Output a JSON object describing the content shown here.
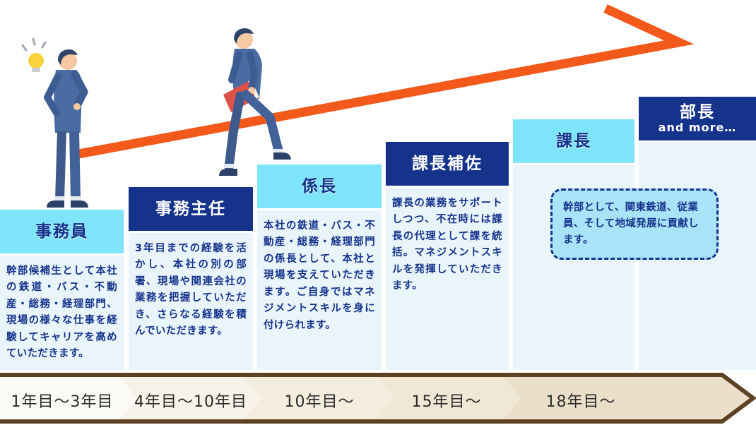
{
  "colors": {
    "background": "#FFFFFF",
    "accent_orange": "#F2591B",
    "header_cyan": "#7EE4F9",
    "header_navy": "#16338C",
    "panel_bg": "#E9F5FB",
    "text_navy": "#16338C",
    "callout_bg": "#A9E3F8",
    "timeline_border": "#5D4123",
    "timeline_fills": [
      "#FCFAF6",
      "#F8F3E9",
      "#F4EDDE",
      "#F0E7D4",
      "#EBDFC9"
    ],
    "timeline_text": "#2B2B2B"
  },
  "steps": [
    {
      "title": "事務員",
      "header_style": "cyan",
      "description": "幹部候補生として本社の鉄道・バス・不動産・総務・経理部門、現場の様々な仕事を経験してキャリアを高めていただきます。"
    },
    {
      "title": "事務主任",
      "header_style": "navy",
      "description": "3年目までの経験を活かし、本社の別の部署、現場や関連会社の業務を把握していただき、さらなる経験を積んでいただきます。"
    },
    {
      "title": "係長",
      "header_style": "cyan",
      "description": "本社の鉄道・バス・不動産・総務・経理部門の係長として、本社と現場を支えていただきます。ご自身ではマネジメントスキルを身に付けられます。"
    },
    {
      "title": "課長補佐",
      "header_style": "navy",
      "description": "課長の業務をサポートしつつ、不在時には課長の代理として課を統括。マネジメントスキルを発揮していただきます。"
    },
    {
      "title": "課長",
      "header_style": "cyan",
      "description": ""
    },
    {
      "title": "部長",
      "subtitle": "and more…",
      "header_style": "navy",
      "description": ""
    }
  ],
  "callout": {
    "text": "幹部として、関東鉄道、従業員、そして地域発展に貢献します。"
  },
  "timeline": {
    "labels": [
      "1年目〜3年目",
      "4年目〜10年目",
      "10年目〜",
      "15年目〜",
      "18年目〜"
    ]
  },
  "illustrations": {
    "lightbulb_icon": "lightbulb",
    "thinking_person": "businessman-thinking",
    "walking_person": "businessman-walking-up",
    "growth_arrow": "rising-arrow"
  }
}
